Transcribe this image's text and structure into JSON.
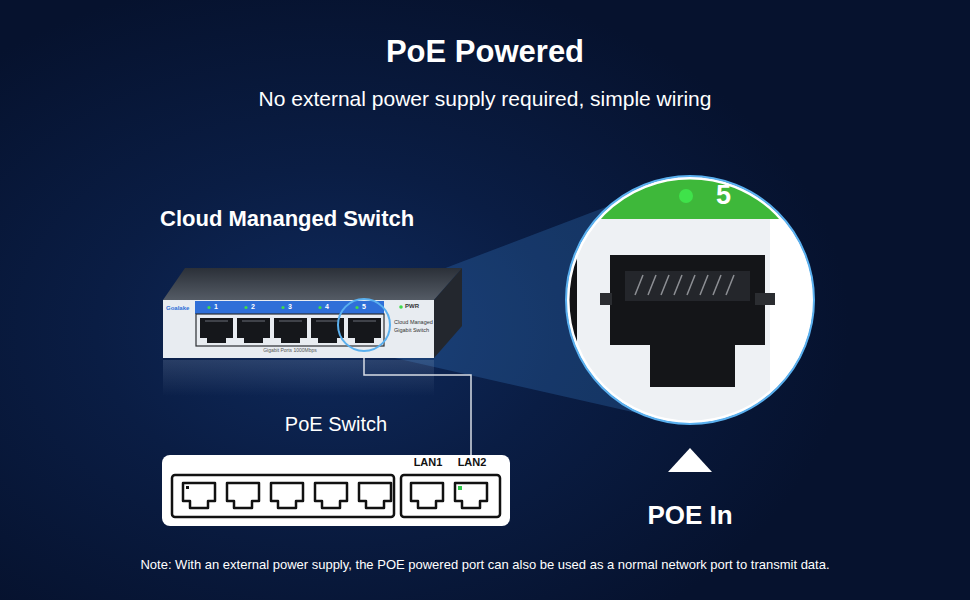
{
  "diagram": {
    "title": "PoE Powered",
    "caption": "No external power supply required, simple wiring",
    "nodes": [
      {
        "text": [
          "Cloud Mananged Switch"
        ]
      },
      {
        "text": [
          "PoE Switch"
        ]
      },
      {
        "text": [
          "5"
        ]
      }
    ],
    "edges": [
      {
        "from": 1,
        "to": 0,
        "arrow": "none"
      }
    ],
    "labels": [
      "Goalake",
      "1",
      "2",
      "3",
      "4",
      "5",
      "PWR",
      "Cloud Managed",
      "Gigabit Switch",
      "Gigabit Ports 1000Mbps",
      "LAN1",
      "LAN2",
      "POE In",
      "Note: With an external power supply, the POE powered port can also be used as a normal network port to transmit data."
    ]
  }
}
